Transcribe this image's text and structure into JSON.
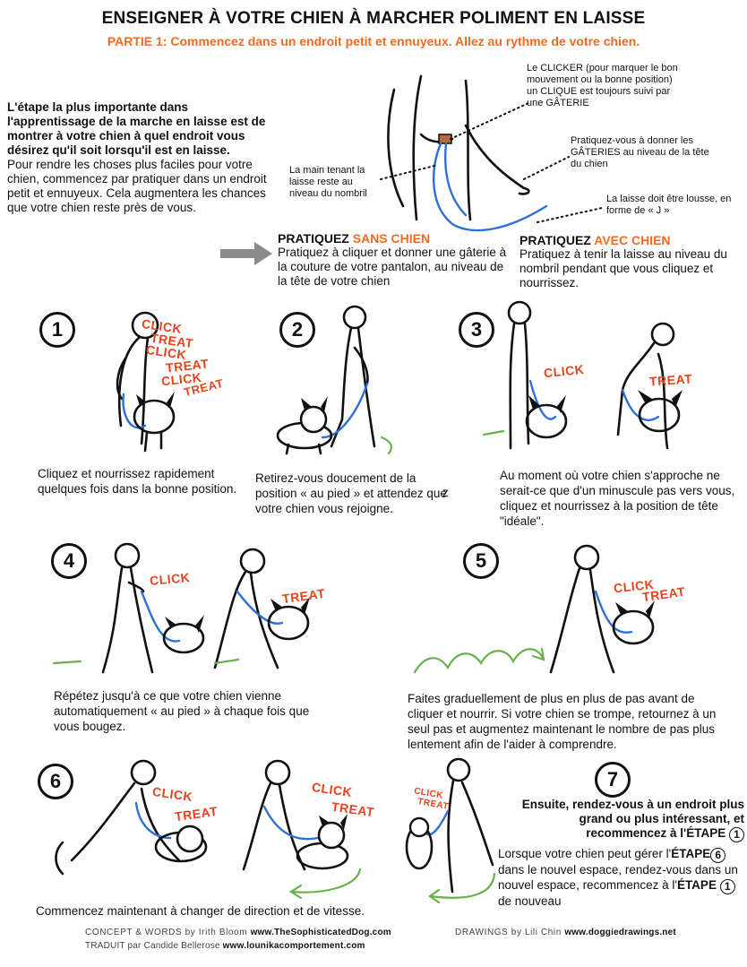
{
  "header": {
    "title": "ENSEIGNER À VOTRE CHIEN À MARCHER POLIMENT EN LAISSE",
    "subtitle": "PARTIE 1: Commencez dans un endroit petit et ennuyeux. Allez au rythme de votre chien."
  },
  "intro": {
    "bold": "L'étape la plus importante dans l'apprentissage de la marche en laisse est de montrer à votre chien à quel endroit vous désirez qu'il soit lorsqu'il est en laisse.",
    "body": "Pour rendre les choses plus faciles pour votre chien, commencez par pratiquer dans un endroit petit et ennuyeux. Cela augmentera les chances que votre chien reste près de vous."
  },
  "notes": {
    "clicker": "Le CLICKER (pour marquer le bon mouvement ou la bonne position) un CLIQUE est toujours suivi par une GÂTERIE",
    "hand": "La main tenant la laisse reste au niveau du nombril",
    "treats": "Pratiquez-vous à donner les GÂTERIES au niveau de la tête du chien",
    "leash": "La laisse doit être lousse, en forme de « J »"
  },
  "practice_without": {
    "title_plain": "PRATIQUEZ ",
    "title_accent": "SANS CHIEN",
    "body": "Pratiquez à cliquer et donner une gâterie à la couture de votre pantalon, au niveau de la tête de votre chien"
  },
  "practice_with": {
    "title_plain": "PRATIQUEZ ",
    "title_accent": "AVEC CHIEN",
    "body": "Pratiquez à tenir la laisse au niveau du nombril pendant que vous cliquez et nourrissez."
  },
  "steps": [
    {
      "num": "1",
      "caption": "Cliquez et nourrissez rapidement quelques fois dans la bonne position."
    },
    {
      "num": "2",
      "caption": "Retirez-vous doucement de la position « au pied » et attendez que votre chien vous rejoigne."
    },
    {
      "num": "3",
      "caption": "Au moment où votre chien s'approche ne serait-ce que d'un minuscule pas vers vous, cliquez et nourrissez à la position de tête \"idéale\"."
    },
    {
      "num": "4",
      "caption": "Répétez jusqu'à ce que votre chien vienne automatiquement « au pied » à chaque fois que vous bougez."
    },
    {
      "num": "5",
      "caption": "Faites graduellement de plus en plus de pas avant de cliquer et nourrir. Si votre chien se trompe, retournez à un seul pas et augmentez maintenant le nombre de pas plus lentement afin de l'aider à comprendre."
    },
    {
      "num": "6",
      "caption": "Commencez maintenant à changer de direction et de vitesse."
    },
    {
      "num": "7"
    }
  ],
  "step7": {
    "bold": "Ensuite, rendez-vous à un endroit plus grand ou plus intéressant, et recommencez à l'ÉTAPE",
    "body_a": "Lorsque votre chien peut gérer l'",
    "body_b": "dans le nouvel espace, rendez-vous dans un nouvel espace, recommencez à l'",
    "body_c": "de nouveau",
    "etape": "ÉTAPE",
    "ref1": "1",
    "ref6": "6"
  },
  "sfx": {
    "click": "CLICK",
    "treat": "TREAT"
  },
  "stray_char": "z",
  "footer": {
    "concept_label": "CONCEPT & WORDS by Irith Bloom",
    "concept_site": "www.TheSophisticatedDog.com",
    "drawings_label": "DRAWINGS by Lili Chin",
    "drawings_site": "www.doggiedrawings.net",
    "translated_label": "TRADUIT par Candide Bellerose",
    "translated_site": "www.lounikacomportement.com"
  },
  "colors": {
    "accent": "#f26a21",
    "sfx": "#e8431c",
    "leash": "#2f6fd6",
    "path": "#6ab04c"
  }
}
